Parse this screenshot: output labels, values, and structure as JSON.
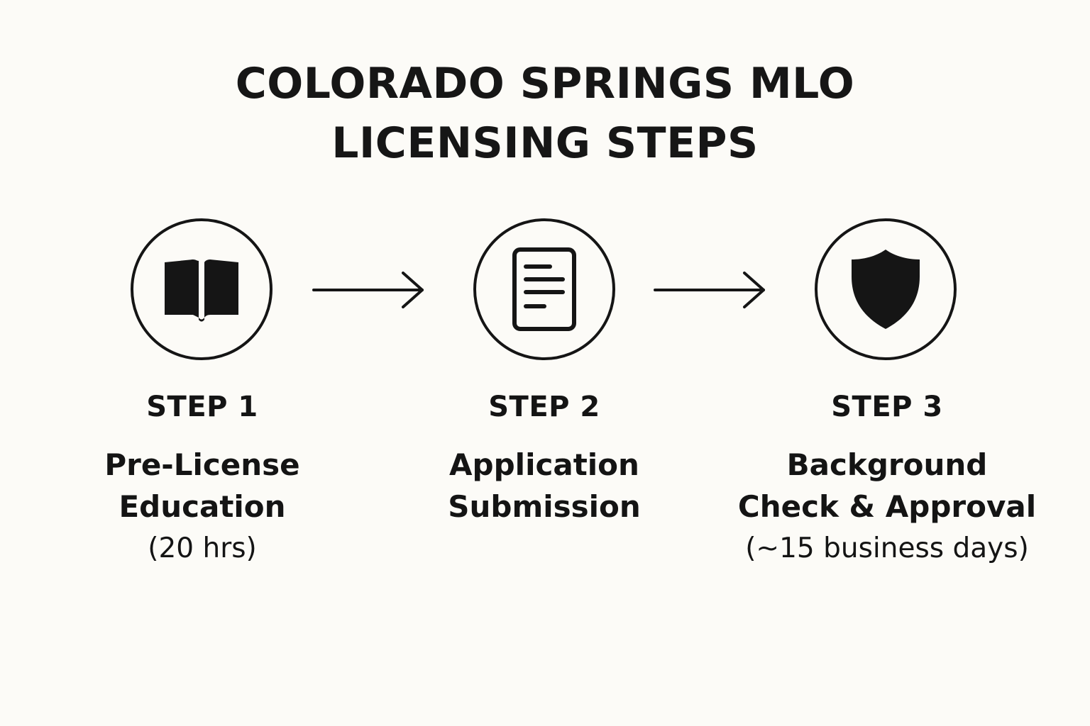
{
  "title": {
    "line1": "COLORADO SPRINGS MLO",
    "line2": "LICENSING STEPS"
  },
  "steps": [
    {
      "label": "STEP 1",
      "name_line1": "Pre-License",
      "name_line2": "Education",
      "detail": "(20 hrs)",
      "icon": "open-book-icon"
    },
    {
      "label": "STEP 2",
      "name_line1": "Application",
      "name_line2": "Submission",
      "detail": "",
      "icon": "document-icon"
    },
    {
      "label": "STEP 3",
      "name_line1": "Background",
      "name_line2": "Check & Approval",
      "detail": "(~15 business days)",
      "icon": "shield-icon"
    }
  ],
  "colors": {
    "background": "#fcfbf7",
    "ink": "#151515"
  }
}
